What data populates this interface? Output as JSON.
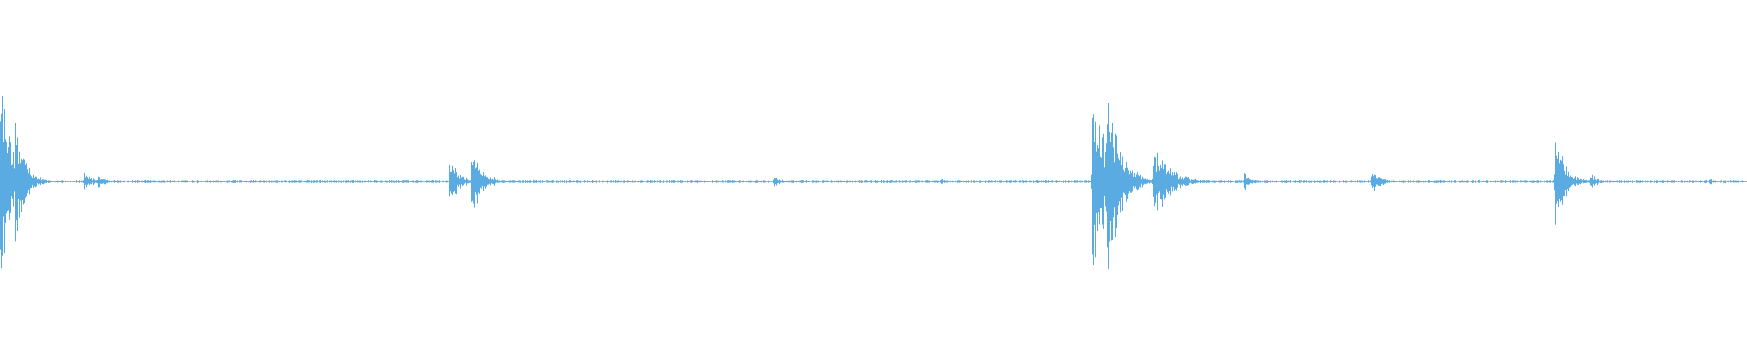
{
  "waveform": {
    "color": "#5aabe2",
    "background": "#ffffff",
    "noise_floor_amplitude": 0.012,
    "events": [
      {
        "t": 0.0,
        "peak": 0.99,
        "decay": 0.006
      },
      {
        "t": 0.0085,
        "peak": 0.63,
        "decay": 0.005
      },
      {
        "t": 0.048,
        "peak": 0.11,
        "decay": 0.004
      },
      {
        "t": 0.056,
        "peak": 0.07,
        "decay": 0.004
      },
      {
        "t": 0.165,
        "peak": 0.02,
        "decay": 0.004
      },
      {
        "t": 0.257,
        "peak": 0.24,
        "decay": 0.005
      },
      {
        "t": 0.27,
        "peak": 0.31,
        "decay": 0.006
      },
      {
        "t": 0.305,
        "peak": 0.02,
        "decay": 0.003
      },
      {
        "t": 0.443,
        "peak": 0.05,
        "decay": 0.004
      },
      {
        "t": 0.538,
        "peak": 0.04,
        "decay": 0.002
      },
      {
        "t": 0.625,
        "peak": 1.0,
        "decay": 0.008
      },
      {
        "t": 0.634,
        "peak": 0.92,
        "decay": 0.007
      },
      {
        "t": 0.66,
        "peak": 0.38,
        "decay": 0.009
      },
      {
        "t": 0.712,
        "peak": 0.08,
        "decay": 0.005
      },
      {
        "t": 0.785,
        "peak": 0.12,
        "decay": 0.005
      },
      {
        "t": 0.822,
        "peak": 0.02,
        "decay": 0.003
      },
      {
        "t": 0.89,
        "peak": 0.6,
        "decay": 0.005
      },
      {
        "t": 0.91,
        "peak": 0.09,
        "decay": 0.004
      },
      {
        "t": 0.978,
        "peak": 0.04,
        "decay": 0.003
      }
    ]
  }
}
